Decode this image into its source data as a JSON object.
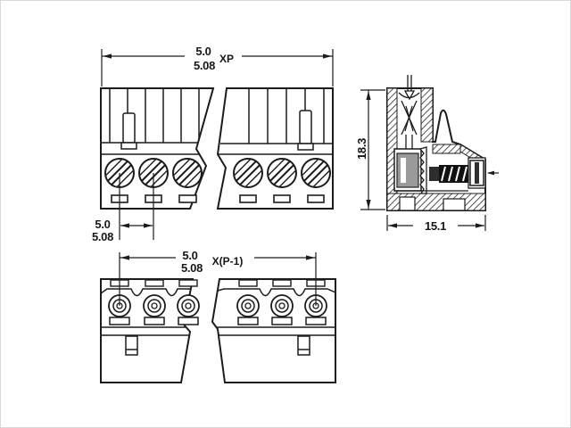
{
  "drawing": {
    "type": "technical-drawing",
    "subject": "pluggable terminal block connector - dimensional drawing",
    "background": "#ffffff",
    "line_color": "#1c1c1c",
    "views": {
      "front": "front view (broken view, 3+3 poles shown)",
      "side": "side cross-section view",
      "bottom": "bottom view (broken view, 3+3 poles shown)"
    },
    "dimensions": {
      "overall_width": {
        "mm": "5.0",
        "alt": "5.08",
        "suffix": "XP"
      },
      "pin_pitch": {
        "mm": "5.0",
        "alt": "5.08"
      },
      "span": {
        "mm": "5.0",
        "alt": "5.08",
        "suffix": "X(P-1)"
      },
      "height": "18.3",
      "depth": "15.1"
    }
  }
}
